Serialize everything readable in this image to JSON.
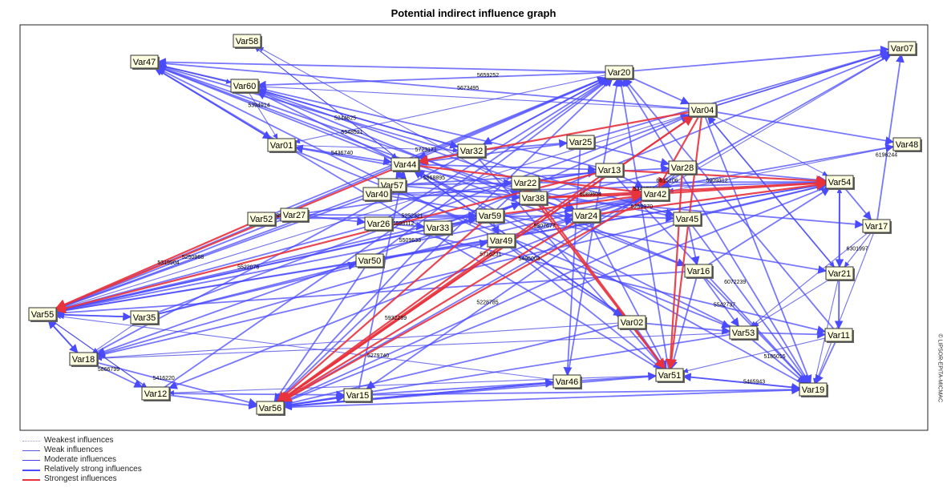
{
  "title": "Potential indirect influence graph",
  "legend": [
    {
      "label": "Weakest influences",
      "color": "#9a9aee",
      "style": "dotted",
      "width": 1
    },
    {
      "label": "Weak influences",
      "color": "#5a5ad8",
      "style": "solid",
      "width": 1
    },
    {
      "label": "Moderate influences",
      "color": "#4646e6",
      "style": "solid",
      "width": 1.4
    },
    {
      "label": "Relatively strong influences",
      "color": "#4a4aff",
      "style": "solid",
      "width": 2.6
    },
    {
      "label": "Strongest influences",
      "color": "#e8323c",
      "style": "solid",
      "width": 2.6
    }
  ],
  "watermark": "© LIPSOR-EPITA-MICMAC",
  "nodes": [
    "Var58",
    "Var47",
    "Var60",
    "Var20",
    "Var07",
    "Var04",
    "Var01",
    "Var32",
    "Var25",
    "Var48",
    "Var44",
    "Var13",
    "Var28",
    "Var57",
    "Var22",
    "Var54",
    "Var40",
    "Var38",
    "Var42",
    "Var52",
    "Var27",
    "Var26",
    "Var59",
    "Var24",
    "Var45",
    "Var33",
    "Var17",
    "Var49",
    "Var50",
    "Var16",
    "Var21",
    "Var55",
    "Var35",
    "Var02",
    "Var53",
    "Var11",
    "Var18",
    "Var46",
    "Var51",
    "Var12",
    "Var15",
    "Var19",
    "Var56"
  ],
  "edge_labels": [
    "5659252",
    "5673495",
    "5716231",
    "5394914",
    "5932289",
    "5509633",
    "6089604",
    "5522076",
    "5909312",
    "6072239",
    "5185015",
    "6301997",
    "5465943",
    "5279740",
    "5416220",
    "5319904",
    "5250968",
    "5392599",
    "5496003",
    "5252321",
    "5250970",
    "5868895",
    "6196244",
    "5723171",
    "5548521",
    "5228785",
    "5244625",
    "5342768",
    "5307677",
    "5542737",
    "5866799",
    "5598112",
    "5436740",
    "6615106",
    "5280351",
    "5665899"
  ],
  "edges": [
    {
      "from": "Var20",
      "to": "Var07",
      "strength": "strong"
    },
    {
      "from": "Var20",
      "to": "Var47",
      "strength": "strong"
    },
    {
      "from": "Var20",
      "to": "Var60",
      "strength": "strong"
    },
    {
      "from": "Var20",
      "to": "Var44",
      "strength": "strong"
    },
    {
      "from": "Var20",
      "to": "Var32",
      "strength": "strong"
    },
    {
      "from": "Var20",
      "to": "Var01",
      "strength": "moderate"
    },
    {
      "from": "Var04",
      "to": "Var07",
      "strength": "strong"
    },
    {
      "from": "Var04",
      "to": "Var47",
      "strength": "strong"
    },
    {
      "from": "Var04",
      "to": "Var60",
      "strength": "moderate"
    },
    {
      "from": "Var04",
      "to": "Var48",
      "strength": "strong"
    },
    {
      "from": "Var04",
      "to": "Var54",
      "strength": "moderate"
    },
    {
      "from": "Var04",
      "to": "Var44",
      "strength": "strongest"
    },
    {
      "from": "Var04",
      "to": "Var56",
      "strength": "strongest"
    },
    {
      "from": "Var04",
      "to": "Var51",
      "strength": "strongest"
    },
    {
      "from": "Var04",
      "to": "Var42",
      "strength": "strongest"
    },
    {
      "from": "Var04",
      "to": "Var19",
      "strength": "strong"
    },
    {
      "from": "Var04",
      "to": "Var21",
      "strength": "moderate"
    },
    {
      "from": "Var44",
      "to": "Var47",
      "strength": "strong"
    },
    {
      "from": "Var44",
      "to": "Var58",
      "strength": "moderate"
    },
    {
      "from": "Var44",
      "to": "Var55",
      "strength": "strongest"
    },
    {
      "from": "Var44",
      "to": "Var42",
      "strength": "strongest"
    },
    {
      "from": "Var13",
      "to": "Var55",
      "strength": "strongest"
    },
    {
      "from": "Var13",
      "to": "Var56",
      "strength": "strongest"
    },
    {
      "from": "Var13",
      "to": "Var47",
      "strength": "strong"
    },
    {
      "from": "Var13",
      "to": "Var54",
      "strength": "strongest"
    },
    {
      "from": "Var42",
      "to": "Var54",
      "strength": "strongest"
    },
    {
      "from": "Var42",
      "to": "Var56",
      "strength": "strongest"
    },
    {
      "from": "Var42",
      "to": "Var55",
      "strength": "strong"
    },
    {
      "from": "Var42",
      "to": "Var18",
      "strength": "strong"
    },
    {
      "from": "Var28",
      "to": "Var54",
      "strength": "strong"
    },
    {
      "from": "Var28",
      "to": "Var51",
      "strength": "strongest"
    },
    {
      "from": "Var28",
      "to": "Var55",
      "strength": "strong"
    },
    {
      "from": "Var38",
      "to": "Var42",
      "strength": "strongest"
    },
    {
      "from": "Var38",
      "to": "Var51",
      "strength": "strongest"
    },
    {
      "from": "Var38",
      "to": "Var54",
      "strength": "strongest"
    },
    {
      "from": "Var38",
      "to": "Var18",
      "strength": "strong"
    },
    {
      "from": "Var59",
      "to": "Var56",
      "strength": "strongest"
    },
    {
      "from": "Var59",
      "to": "Var55",
      "strength": "strong"
    },
    {
      "from": "Var59",
      "to": "Var42",
      "strength": "strongest"
    },
    {
      "from": "Var49",
      "to": "Var56",
      "strength": "strongest"
    },
    {
      "from": "Var49",
      "to": "Var51",
      "strength": "strong"
    },
    {
      "from": "Var22",
      "to": "Var51",
      "strength": "strongest"
    },
    {
      "from": "Var22",
      "to": "Var54",
      "strength": "strong"
    },
    {
      "from": "Var24",
      "to": "Var54",
      "strength": "strongest"
    },
    {
      "from": "Var24",
      "to": "Var56",
      "strength": "strongest"
    },
    {
      "from": "Var24",
      "to": "Var51",
      "strength": "strong"
    },
    {
      "from": "Var45",
      "to": "Var54",
      "strength": "strong"
    },
    {
      "from": "Var45",
      "to": "Var19",
      "strength": "strong"
    },
    {
      "from": "Var45",
      "to": "Var56",
      "strength": "strong"
    },
    {
      "from": "Var16",
      "to": "Var19",
      "strength": "strong"
    },
    {
      "from": "Var16",
      "to": "Var55",
      "strength": "strong"
    },
    {
      "from": "Var16",
      "to": "Var54",
      "strength": "strong"
    },
    {
      "from": "Var53",
      "to": "Var19",
      "strength": "strong"
    },
    {
      "from": "Var53",
      "to": "Var56",
      "strength": "strong"
    },
    {
      "from": "Var53",
      "to": "Var18",
      "strength": "moderate"
    },
    {
      "from": "Var11",
      "to": "Var19",
      "strength": "strong"
    },
    {
      "from": "Var11",
      "to": "Var54",
      "strength": "moderate"
    },
    {
      "from": "Var17",
      "to": "Var21",
      "strength": "moderate"
    },
    {
      "from": "Var17",
      "to": "Var19",
      "strength": "moderate"
    },
    {
      "from": "Var17",
      "to": "Var53",
      "strength": "moderate"
    },
    {
      "from": "Var21",
      "to": "Var19",
      "strength": "moderate"
    },
    {
      "from": "Var51",
      "to": "Var56",
      "strength": "strong"
    },
    {
      "from": "Var51",
      "to": "Var19",
      "strength": "strong"
    },
    {
      "from": "Var51",
      "to": "Var12",
      "strength": "moderate"
    },
    {
      "from": "Var02",
      "to": "Var56",
      "strength": "strong"
    },
    {
      "from": "Var02",
      "to": "Var18",
      "strength": "moderate"
    },
    {
      "from": "Var46",
      "to": "Var56",
      "strength": "strong"
    },
    {
      "from": "Var46",
      "to": "Var55",
      "strength": "moderate"
    },
    {
      "from": "Var15",
      "to": "Var56",
      "strength": "strong"
    },
    {
      "from": "Var15",
      "to": "Var19",
      "strength": "strong"
    },
    {
      "from": "Var12",
      "to": "Var56",
      "strength": "strong"
    },
    {
      "from": "Var18",
      "to": "Var55",
      "strength": "strong"
    },
    {
      "from": "Var18",
      "to": "Var56",
      "strength": "strong"
    },
    {
      "from": "Var35",
      "to": "Var55",
      "strength": "strong"
    },
    {
      "from": "Var50",
      "to": "Var55",
      "strength": "strong"
    },
    {
      "from": "Var50",
      "to": "Var56",
      "strength": "strong"
    },
    {
      "from": "Var52",
      "to": "Var55",
      "strength": "strongest"
    },
    {
      "from": "Var27",
      "to": "Var55",
      "strength": "strong"
    },
    {
      "from": "Var26",
      "to": "Var55",
      "strength": "strong"
    },
    {
      "from": "Var33",
      "to": "Var56",
      "strength": "strong"
    },
    {
      "from": "Var33",
      "to": "Var55",
      "strength": "strong"
    },
    {
      "from": "Var40",
      "to": "Var55",
      "strength": "strong"
    },
    {
      "from": "Var57",
      "to": "Var55",
      "strength": "strong"
    },
    {
      "from": "Var01",
      "to": "Var47",
      "strength": "moderate"
    },
    {
      "from": "Var60",
      "to": "Var47",
      "strength": "moderate"
    },
    {
      "from": "Var32",
      "to": "Var60",
      "strength": "strong"
    },
    {
      "from": "Var25",
      "to": "Var07",
      "strength": "strong"
    },
    {
      "from": "Var25",
      "to": "Var44",
      "strength": "strong"
    },
    {
      "from": "Var54",
      "to": "Var56",
      "strength": "strong"
    },
    {
      "from": "Var54",
      "to": "Var18",
      "strength": "strong"
    },
    {
      "from": "Var54",
      "to": "Var55",
      "strength": "strong"
    },
    {
      "from": "Var56",
      "to": "Var19",
      "strength": "strong"
    },
    {
      "from": "Var56",
      "to": "Var07",
      "strength": "strong"
    },
    {
      "from": "Var55",
      "to": "Var20",
      "strength": "strong"
    },
    {
      "from": "Var55",
      "to": "Var07",
      "strength": "moderate"
    },
    {
      "from": "Var18",
      "to": "Var20",
      "strength": "strong"
    },
    {
      "from": "Var12",
      "to": "Var20",
      "strength": "strong"
    },
    {
      "from": "Var35",
      "to": "Var04",
      "strength": "strong"
    },
    {
      "from": "Var56",
      "to": "Var20",
      "strength": "strong"
    },
    {
      "from": "Var56",
      "to": "Var04",
      "strength": "strongest"
    },
    {
      "from": "Var19",
      "to": "Var20",
      "strength": "strong"
    },
    {
      "from": "Var19",
      "to": "Var44",
      "strength": "strong"
    },
    {
      "from": "Var51",
      "to": "Var20",
      "strength": "strong"
    },
    {
      "from": "Var51",
      "to": "Var47",
      "strength": "strong"
    },
    {
      "from": "Var15",
      "to": "Var44",
      "strength": "strong"
    },
    {
      "from": "Var46",
      "to": "Var20",
      "strength": "strong"
    },
    {
      "from": "Var02",
      "to": "Var44",
      "strength": "strong"
    },
    {
      "from": "Var53",
      "to": "Var60",
      "strength": "strong"
    },
    {
      "from": "Var16",
      "to": "Var47",
      "strength": "strong"
    },
    {
      "from": "Var45",
      "to": "Var01",
      "strength": "strong"
    },
    {
      "from": "Var21",
      "to": "Var04",
      "strength": "strong"
    },
    {
      "from": "Var11",
      "to": "Var20",
      "strength": "strong"
    },
    {
      "from": "Var17",
      "to": "Var07",
      "strength": "strong"
    },
    {
      "from": "Var49",
      "to": "Var47",
      "strength": "strong"
    },
    {
      "from": "Var50",
      "to": "Var20",
      "strength": "strong"
    },
    {
      "from": "Var26",
      "to": "Var20",
      "strength": "strong"
    },
    {
      "from": "Var33",
      "to": "Var04",
      "strength": "strong"
    },
    {
      "from": "Var52",
      "to": "Var20",
      "strength": "strong"
    },
    {
      "from": "Var27",
      "to": "Var13",
      "strength": "strong"
    },
    {
      "from": "Var40",
      "to": "Var54",
      "strength": "strong"
    },
    {
      "from": "Var57",
      "to": "Var28",
      "strength": "strong"
    },
    {
      "from": "Var59",
      "to": "Var07",
      "strength": "strong"
    },
    {
      "from": "Var24",
      "to": "Var47",
      "strength": "strong"
    },
    {
      "from": "Var22",
      "to": "Var60",
      "strength": "strong"
    },
    {
      "from": "Var38",
      "to": "Var58",
      "strength": "moderate"
    },
    {
      "from": "Var13",
      "to": "Var19",
      "strength": "strong"
    },
    {
      "from": "Var42",
      "to": "Var12",
      "strength": "strong"
    },
    {
      "from": "Var28",
      "to": "Var15",
      "strength": "strong"
    },
    {
      "from": "Var25",
      "to": "Var46",
      "strength": "strong"
    },
    {
      "from": "Var32",
      "to": "Var51",
      "strength": "strong"
    },
    {
      "from": "Var01",
      "to": "Var53",
      "strength": "strong"
    },
    {
      "from": "Var60",
      "to": "Var16",
      "strength": "strong"
    },
    {
      "from": "Var47",
      "to": "Var45",
      "strength": "strong"
    },
    {
      "from": "Var44",
      "to": "Var02",
      "strength": "strong"
    },
    {
      "from": "Var57",
      "to": "Var17",
      "strength": "strong"
    },
    {
      "from": "Var40",
      "to": "Var21",
      "strength": "strong"
    },
    {
      "from": "Var26",
      "to": "Var11",
      "strength": "strong"
    },
    {
      "from": "Var33",
      "to": "Var48",
      "strength": "strong"
    },
    {
      "from": "Var50",
      "to": "Var54",
      "strength": "strong"
    },
    {
      "from": "Var35",
      "to": "Var42",
      "strength": "strong"
    },
    {
      "from": "Var52",
      "to": "Var24",
      "strength": "strong"
    },
    {
      "from": "Var27",
      "to": "Var59",
      "strength": "strong"
    },
    {
      "from": "Var49",
      "to": "Var24",
      "strength": "strong"
    },
    {
      "from": "Var59",
      "to": "Var22",
      "strength": "strong"
    },
    {
      "from": "Var22",
      "to": "Var13",
      "strength": "strong"
    },
    {
      "from": "Var24",
      "to": "Var45",
      "strength": "strong"
    },
    {
      "from": "Var45",
      "to": "Var16",
      "strength": "strong"
    },
    {
      "from": "Var16",
      "to": "Var53",
      "strength": "strong"
    },
    {
      "from": "Var02",
      "to": "Var53",
      "strength": "strong"
    },
    {
      "from": "Var46",
      "to": "Var51",
      "strength": "strong"
    },
    {
      "from": "Var15",
      "to": "Var46",
      "strength": "strong"
    },
    {
      "from": "Var12",
      "to": "Var15",
      "strength": "strong"
    },
    {
      "from": "Var18",
      "to": "Var12",
      "strength": "strong"
    },
    {
      "from": "Var55",
      "to": "Var18",
      "strength": "strong"
    },
    {
      "from": "Var55",
      "to": "Var35",
      "strength": "strong"
    },
    {
      "from": "Var35",
      "to": "Var50",
      "strength": "strong"
    },
    {
      "from": "Var50",
      "to": "Var49",
      "strength": "strong"
    },
    {
      "from": "Var26",
      "to": "Var33",
      "strength": "strong"
    },
    {
      "from": "Var40",
      "to": "Var38",
      "strength": "strong"
    },
    {
      "from": "Var57",
      "to": "Var22",
      "strength": "strong"
    },
    {
      "from": "Var44",
      "to": "Var13",
      "strength": "strong"
    },
    {
      "from": "Var32",
      "to": "Var25",
      "strength": "strong"
    },
    {
      "from": "Var01",
      "to": "Var44",
      "strength": "strong"
    },
    {
      "from": "Var60",
      "to": "Var32",
      "strength": "strong"
    },
    {
      "from": "Var47",
      "to": "Var01",
      "strength": "strong"
    },
    {
      "from": "Var38",
      "to": "Var24",
      "strength": "strong"
    },
    {
      "from": "Var13",
      "to": "Var42",
      "strength": "strong"
    },
    {
      "from": "Var28",
      "to": "Var42",
      "strength": "strong"
    },
    {
      "from": "Var25",
      "to": "Var28",
      "strength": "strong"
    },
    {
      "from": "Var20",
      "to": "Var04",
      "strength": "strong"
    },
    {
      "from": "Var54",
      "to": "Var17",
      "strength": "strong"
    },
    {
      "from": "Var54",
      "to": "Var21",
      "strength": "strong"
    },
    {
      "from": "Var54",
      "to": "Var11",
      "strength": "strong"
    },
    {
      "from": "Var53",
      "to": "Var11",
      "strength": "strong"
    },
    {
      "from": "Var19",
      "to": "Var51",
      "strength": "strong"
    },
    {
      "from": "Var56",
      "to": "Var15",
      "strength": "strong"
    },
    {
      "from": "Var56",
      "to": "Var46",
      "strength": "strong"
    },
    {
      "from": "Var52",
      "to": "Var27",
      "strength": "strong"
    },
    {
      "from": "Var27",
      "to": "Var26",
      "strength": "strong"
    },
    {
      "from": "Var26",
      "to": "Var59",
      "strength": "strong"
    },
    {
      "from": "Var33",
      "to": "Var59",
      "strength": "strong"
    },
    {
      "from": "Var59",
      "to": "Var49",
      "strength": "strong"
    },
    {
      "from": "Var38",
      "to": "Var22",
      "strength": "strong"
    },
    {
      "from": "Var40",
      "to": "Var57",
      "strength": "strong"
    },
    {
      "from": "Var44",
      "to": "Var57",
      "strength": "strong"
    },
    {
      "from": "Var32",
      "to": "Var44",
      "strength": "strong"
    },
    {
      "from": "Var59",
      "to": "Var38",
      "strength": "strong"
    },
    {
      "from": "Var24",
      "to": "Var42",
      "strength": "strong"
    },
    {
      "from": "Var22",
      "to": "Var24",
      "strength": "strong"
    },
    {
      "from": "Var02",
      "to": "Var51",
      "strength": "strong"
    },
    {
      "from": "Var49",
      "to": "Var02",
      "strength": "strong"
    },
    {
      "from": "Var16",
      "to": "Var51",
      "strength": "strong"
    },
    {
      "from": "Var01",
      "to": "Var32",
      "strength": "moderate"
    },
    {
      "from": "Var60",
      "to": "Var01",
      "strength": "moderate"
    },
    {
      "from": "Var47",
      "to": "Var60",
      "strength": "moderate"
    },
    {
      "from": "Var58",
      "to": "Var44",
      "strength": "moderate"
    },
    {
      "from": "Var12",
      "to": "Var55",
      "strength": "moderate"
    },
    {
      "from": "Var35",
      "to": "Var18",
      "strength": "moderate"
    },
    {
      "from": "Var55",
      "to": "Var12",
      "strength": "moderate"
    },
    {
      "from": "Var21",
      "to": "Var53",
      "strength": "moderate"
    },
    {
      "from": "Var11",
      "to": "Var51",
      "strength": "moderate"
    },
    {
      "from": "Var48",
      "to": "Var42",
      "strength": "moderate"
    },
    {
      "from": "Var07",
      "to": "Var42",
      "strength": "moderate"
    }
  ]
}
